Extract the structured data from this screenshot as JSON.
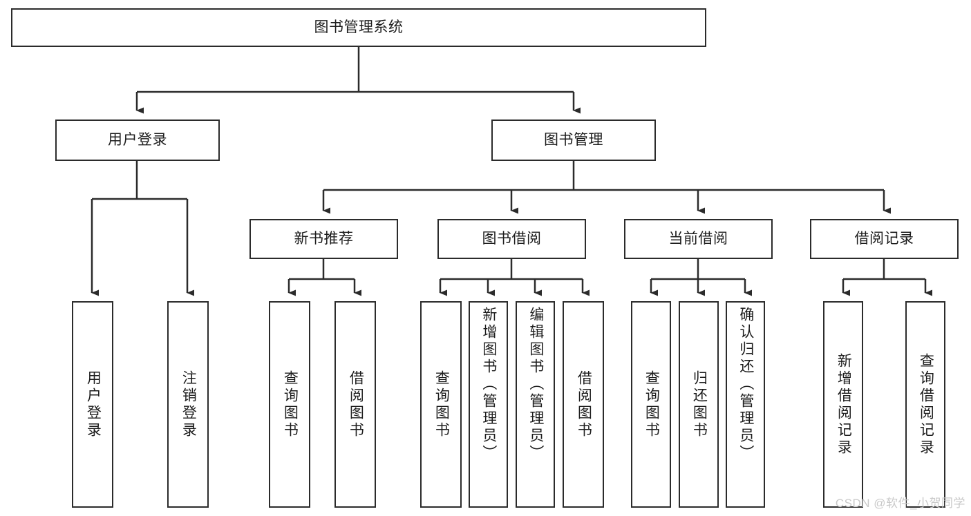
{
  "diagram": {
    "type": "tree",
    "title": "图书管理系统",
    "background_color": "#ffffff",
    "line_color": "#2b2b2b",
    "text_color": "#1d1d1d",
    "root": {
      "label": "图书管理系统"
    },
    "level2": [
      {
        "label": "用户登录"
      },
      {
        "label": "图书管理"
      }
    ],
    "level3": [
      {
        "label": "新书推荐"
      },
      {
        "label": "图书借阅"
      },
      {
        "label": "当前借阅"
      },
      {
        "label": "借阅记录"
      }
    ],
    "leaves": {
      "user_login": [
        {
          "label": "用户登录"
        },
        {
          "label": "注销登录"
        }
      ],
      "new_book_recommend": [
        {
          "label": "查询图书"
        },
        {
          "label": "借阅图书"
        }
      ],
      "book_borrow": [
        {
          "label": "查询图书"
        },
        {
          "label": "新增图书（管理员）"
        },
        {
          "label": "编辑图书（管理员）"
        },
        {
          "label": "借阅图书"
        }
      ],
      "current_borrow": [
        {
          "label": "查询图书"
        },
        {
          "label": "归还图书"
        },
        {
          "label": "确认归还（管理员）"
        }
      ],
      "borrow_record": [
        {
          "label": "新增借阅记录"
        },
        {
          "label": "查询借阅记录"
        }
      ]
    }
  },
  "watermark": {
    "text": "CSDN @软件_小贺同学"
  }
}
